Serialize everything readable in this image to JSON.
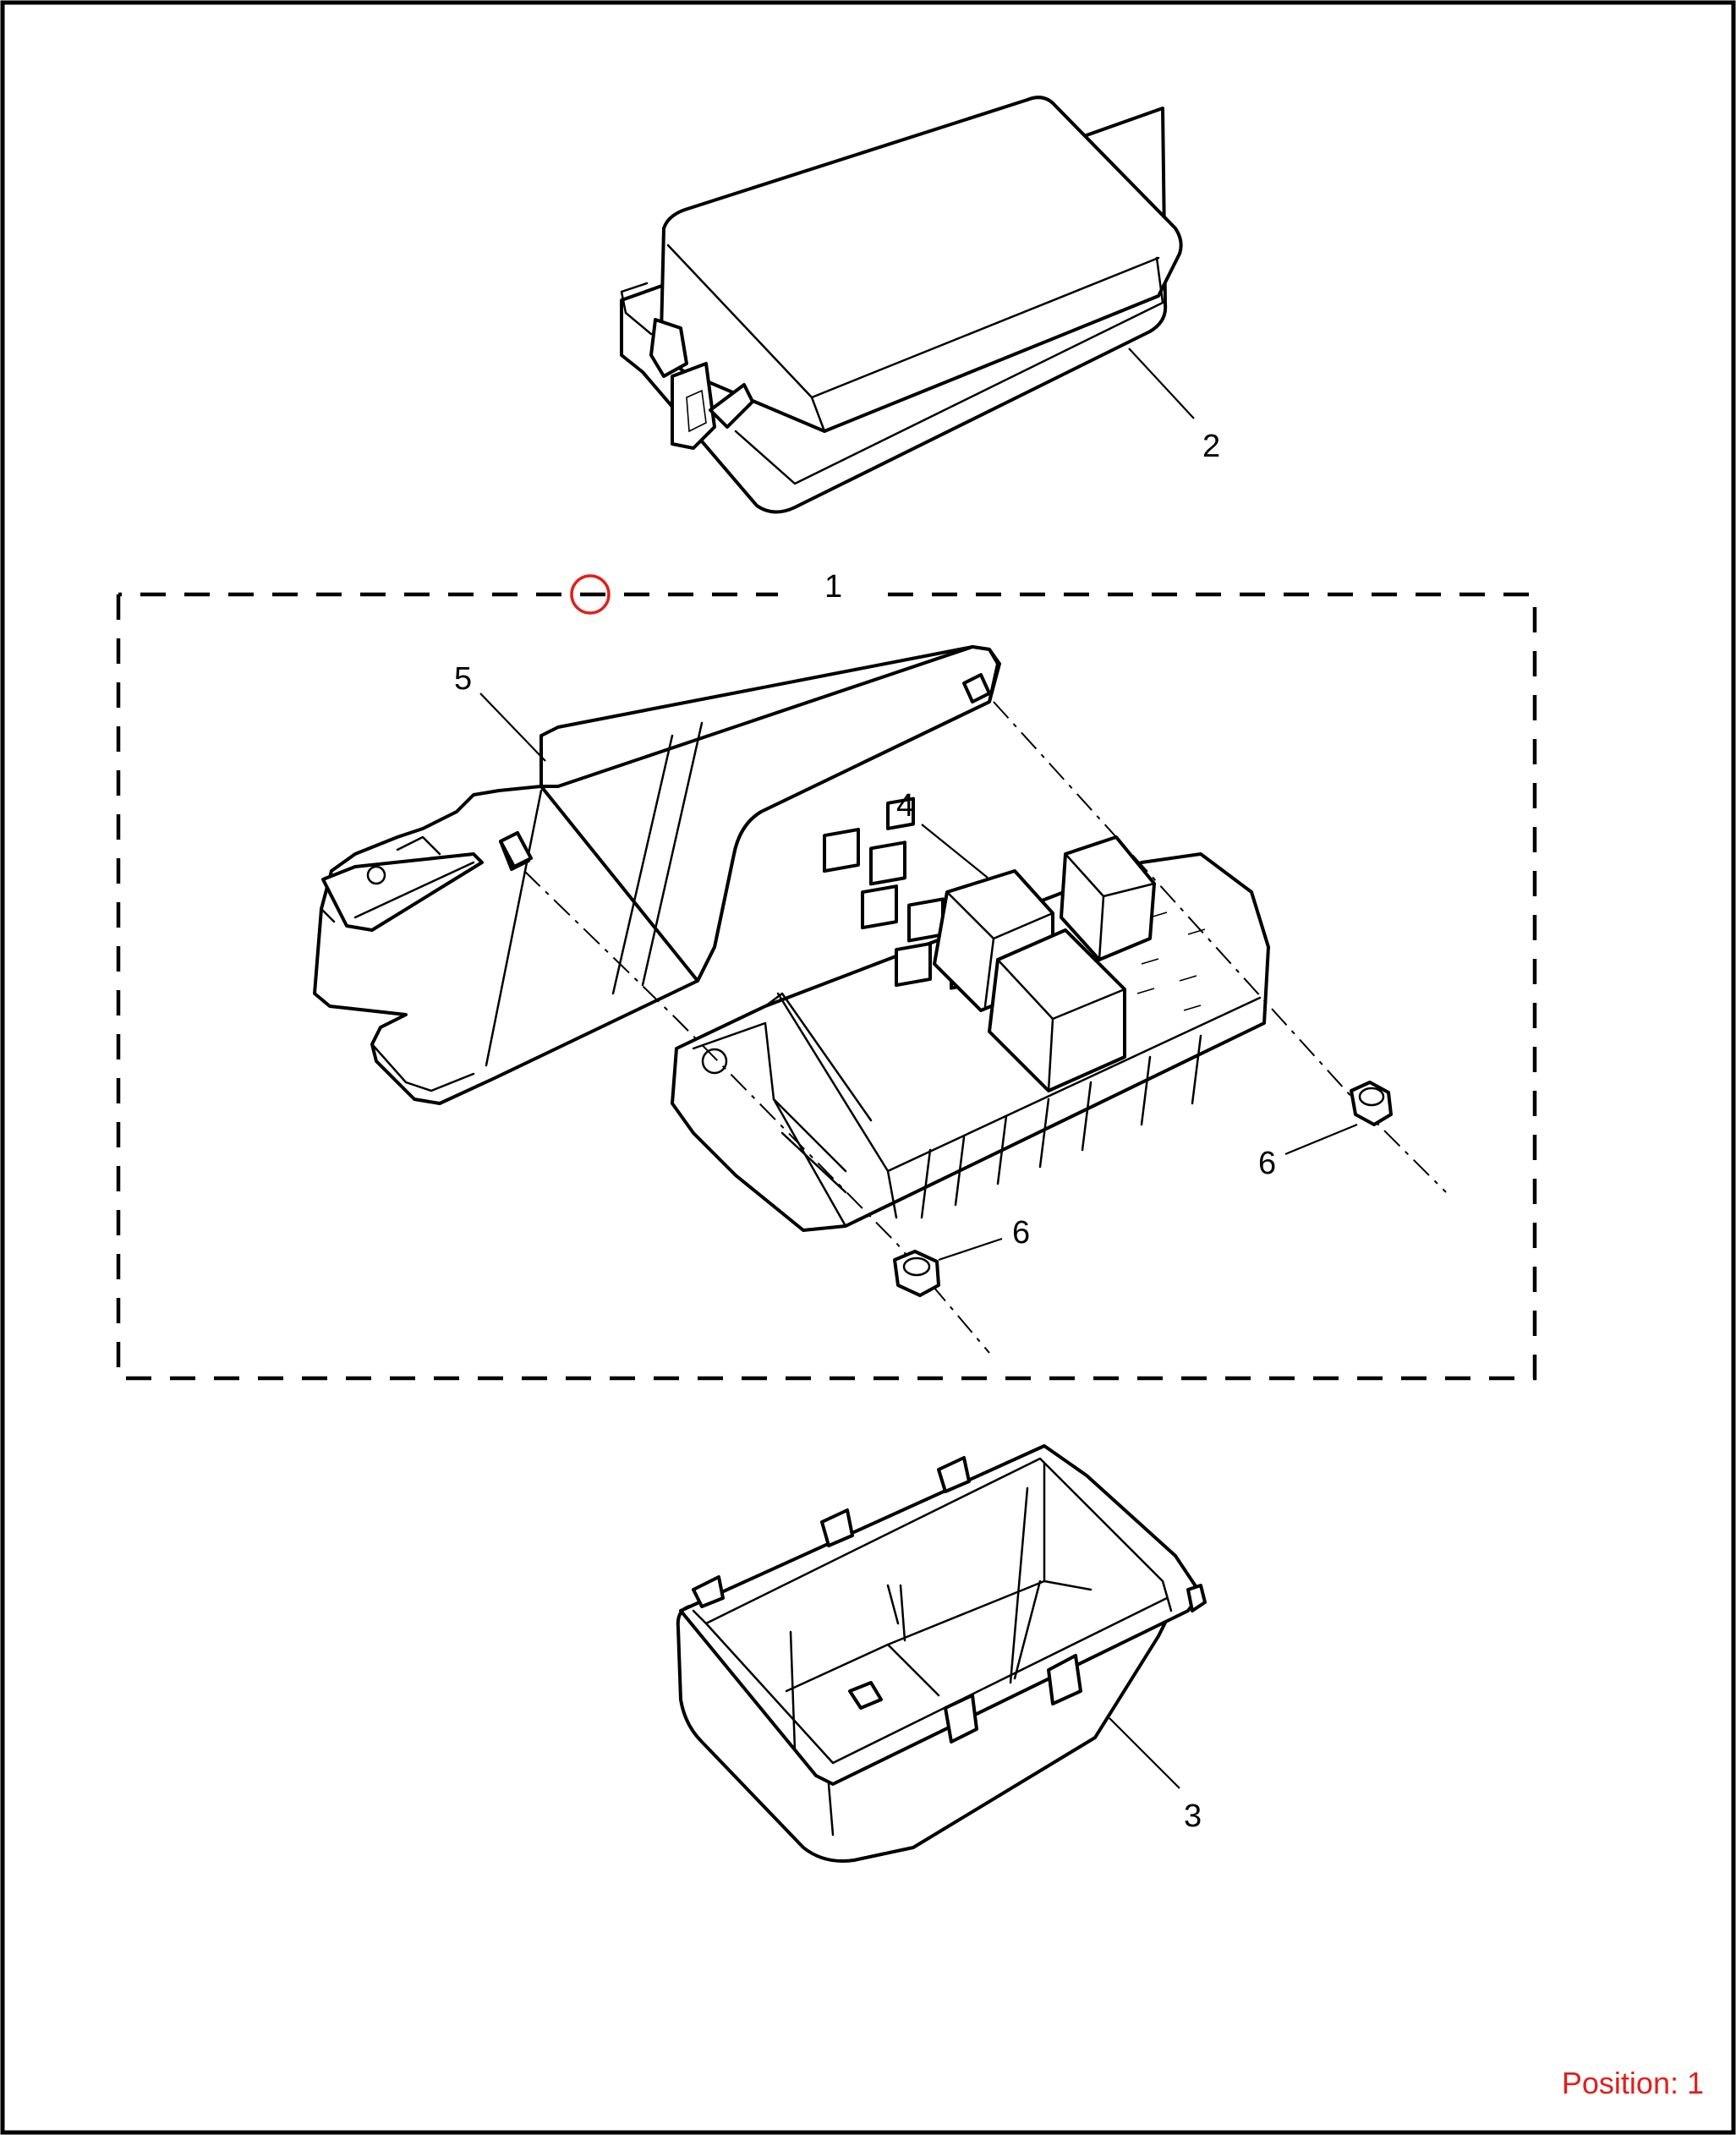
{
  "callouts": {
    "c1": "1",
    "c2": "2",
    "c3": "3",
    "c4": "4",
    "c5": "5",
    "c6a": "6",
    "c6b": "6"
  },
  "position_label": "Position: 1",
  "colors": {
    "lines": "#000000",
    "position_text": "#e0201b",
    "marker": "#e0201b"
  }
}
